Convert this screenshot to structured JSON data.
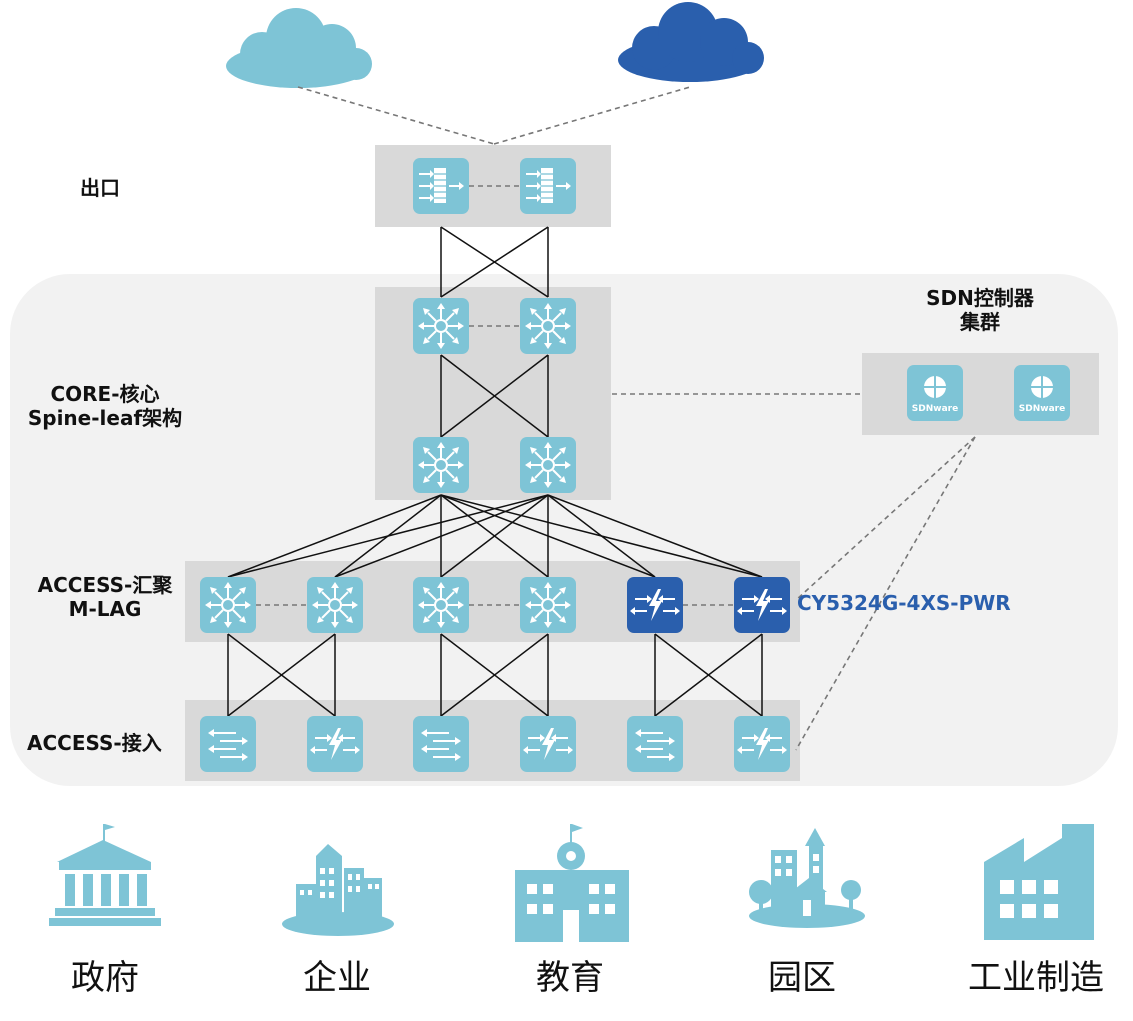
{
  "layers": {
    "exit": "出口",
    "core_line1": "CORE-核心",
    "core_line2": "Spine-leaf架构",
    "aggregation_line1": "ACCESS-汇聚",
    "aggregation_line2": "M-LAG",
    "access": "ACCESS-接入"
  },
  "sdn": {
    "title_line1": "SDN控制器",
    "title_line2": "集群",
    "logo_text": "SDNware"
  },
  "model_label": "CY5324G-4XS-PWR",
  "categories": [
    "政府",
    "企业",
    "教育",
    "园区",
    "工业制造"
  ],
  "colors": {
    "light_node": "#7ec4d6",
    "dark_node": "#2a5fad",
    "light_cloud": "#7ec4d6",
    "dark_cloud": "#2a5fad",
    "band": "#d9d9d9",
    "region": "#f2f2f2",
    "icon": "#7ec4d6",
    "model_text": "#2a5fad"
  }
}
